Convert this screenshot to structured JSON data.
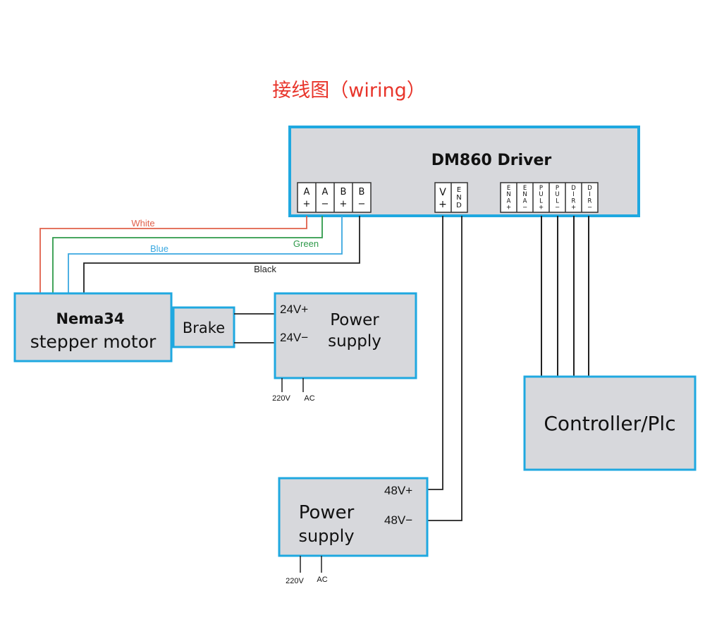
{
  "title": "接线图（wiring）",
  "colors": {
    "box_fill": "#d7d8dc",
    "box_border": "#1fa8e0",
    "title_red": "#e8342a",
    "wire_white": "#e0604a",
    "wire_green": "#2f9a4a",
    "wire_blue": "#3aa8e0",
    "wire_black": "#222222"
  },
  "driver": {
    "label": "DM860 Driver",
    "terminals_motor": [
      {
        "top": "A",
        "bottom": "+"
      },
      {
        "top": "A",
        "bottom": "−"
      },
      {
        "top": "B",
        "bottom": "+"
      },
      {
        "top": "B",
        "bottom": "−"
      }
    ],
    "terminals_power": [
      {
        "top": "V",
        "bottom": "+"
      },
      {
        "top": "E\nN\nD",
        "bottom": ""
      }
    ],
    "terminals_signal": [
      "E\nN\nA\n+",
      "E\nN\nA\n−",
      "P\nU\nL\n+",
      "P\nU\nL\n−",
      "D\nI\nR\n+",
      "D\nI\nR\n−"
    ]
  },
  "wires": {
    "white": "White",
    "green": "Green",
    "blue": "Blue",
    "black": "Black"
  },
  "motor": {
    "line1": "Nema34",
    "line2": "stepper motor",
    "brake": "Brake"
  },
  "brake_power": {
    "line1": "Power",
    "line2": "supply",
    "plus": "24V+",
    "minus": "24V−",
    "in_v": "220V",
    "in_ac": "AC"
  },
  "main_power": {
    "line1": "Power",
    "line2": "supply",
    "plus": "48V+",
    "minus": "48V−",
    "in_v": "220V",
    "in_ac": "AC"
  },
  "controller": {
    "label": "Controller/Plc"
  }
}
